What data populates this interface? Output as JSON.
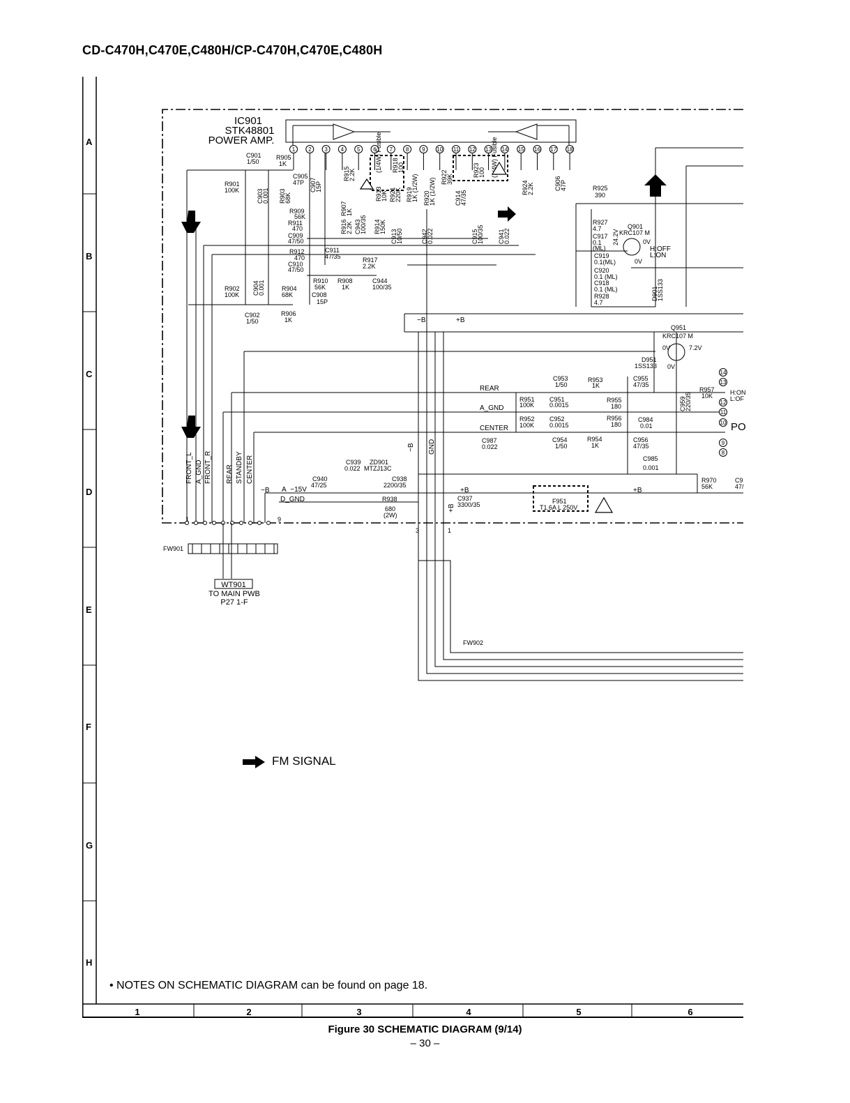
{
  "header": {
    "title": "CD-C470H,C470E,C480H/CP-C470H,C470E,C480H"
  },
  "rows": [
    "A",
    "B",
    "C",
    "D",
    "E",
    "F",
    "G",
    "H"
  ],
  "columns": [
    "1",
    "2",
    "3",
    "4",
    "5",
    "6"
  ],
  "ic": {
    "ref": "IC901",
    "part": "STK48801",
    "desc": "POWER AMP."
  },
  "ic_pins": [
    "1",
    "2",
    "3",
    "4",
    "5",
    "6",
    "7",
    "8",
    "9",
    "10",
    "11",
    "12",
    "13",
    "14",
    "15",
    "16",
    "17",
    "18"
  ],
  "components": {
    "c901": "C901",
    "c901v": "1/50",
    "r905": "R905",
    "r905v": "1K",
    "c905": "C905",
    "c905v": "47P",
    "r901": "R901",
    "r901v": "100K",
    "c903": "C903",
    "c903v": "0.001",
    "r903": "R903",
    "r903v": "68K",
    "c907": "C907",
    "c907v": "15P",
    "r915": "R915",
    "r915v": "2.2K",
    "r913": "R913",
    "r913v": "10K",
    "r918": "R918",
    "r918v": "100",
    "r921": "R921",
    "r921v": "220K",
    "r919": "R919",
    "r919v": "1K (1/2W)",
    "r920": "R920",
    "r920v": "1K (1/2W)",
    "r922": "R922",
    "r922v": "39K",
    "r923": "R923",
    "r923v": "100",
    "r924": "R924",
    "r924v": "2.2K",
    "c906": "C906",
    "c906v": "47P",
    "fusible1": "(1/4W) Fusible",
    "fusible2": "(1/4W) Fusible",
    "r909": "R909",
    "r909v": "56K",
    "r907": "R907",
    "r907v": "1K",
    "c914": "C914",
    "c914v": "47/35",
    "r911": "R911",
    "r911v": "470",
    "c909": "C909",
    "c909v": "47/50",
    "r916": "R916",
    "r916v": "2.2K",
    "c943": "C943",
    "c943v": "100/35",
    "r914": "R914",
    "r914v": "150K",
    "c913": "C913",
    "c913v": "10/50",
    "c942": "C942",
    "c942v": "0.022",
    "c915": "C915",
    "c915v": "100/35",
    "c941": "C941",
    "c941v": "0.022",
    "r912": "R912",
    "r912v": "470",
    "c910": "C910",
    "c910v": "47/50",
    "c911": "C911",
    "c911v": "47/35",
    "r917": "R917",
    "r917v": "2.2K",
    "r910": "R910",
    "r910v": "56K",
    "r908": "R908",
    "r908v": "1K",
    "c944": "C944",
    "c944v": "100/35",
    "c908": "C908",
    "c908v": "15P",
    "r902": "R902",
    "r902v": "100K",
    "c904": "C904",
    "c904v": "0.001",
    "r904": "R904",
    "r904v": "68K",
    "c902": "C902",
    "c902v": "1/50",
    "r906": "R906",
    "r906v": "1K",
    "r925": "R925",
    "r925v": "390",
    "r927": "R927",
    "r927v": "4.7",
    "q901": "Q901",
    "q901v": "KRC107 M",
    "c917": "C917",
    "c917v": "0.1",
    "c917m": "(ML)",
    "v24": "24.2V",
    "v0a": "0V",
    "v0b": "0V",
    "hoff": "H:OFF",
    "lon": "L:ON",
    "c919": "C919",
    "c919v": "0.1(ML)",
    "c920": "C920",
    "c920v": "0.1 (ML)",
    "c918": "C918",
    "c918v": "0.1 (ML)",
    "r928": "R928",
    "r928v": "4.7",
    "d901": "D901",
    "d901v": "1SS133",
    "q951": "Q951",
    "q951v": "KRC107 M",
    "d951": "D951",
    "d951v": "1SS133",
    "v72": "7.2V",
    "v0c": "0V",
    "v0d": "0V",
    "c953": "C953",
    "c953v": "1/50",
    "r953": "R953",
    "r953v": "1K",
    "c955": "C955",
    "c955v": "47/35",
    "rear": "REAR",
    "r951": "R951",
    "r951v": "100K",
    "c951": "C951",
    "c951v": "0.0015",
    "r955": "R955",
    "r955v": "180",
    "c959": "C959",
    "c959v": "220/35",
    "r957": "R957",
    "r957v": "10K",
    "hon": "H:ON",
    "lof": "L:OF",
    "agnd": "A_GND",
    "center": "CENTER",
    "r952": "R952",
    "r952v": "100K",
    "c952": "C952",
    "c952v": "0.0015",
    "r956": "R956",
    "r956v": "180",
    "c984": "C984",
    "c984v": "0.01",
    "po": "PO",
    "c987": "C987",
    "c987v": "0.022",
    "c954": "C954",
    "c954v": "1/50",
    "r954": "R954",
    "r954v": "1K",
    "c956": "C956",
    "c956v": "47/35",
    "c985": "C985",
    "c985v": "0.001",
    "c939": "C939",
    "c939v": "0.022",
    "zd901": "ZD901",
    "zd901v": "MTZJ13C",
    "c940": "C940",
    "c940v": "47/25",
    "c938": "C938",
    "c938v": "2200/35",
    "a15": "A_−15V",
    "dgnd": "D_GND",
    "r938": "R938",
    "r938v": "680",
    "r938w": "(2W)",
    "c937": "C937",
    "c937v": "3300/35",
    "f951": "F951",
    "f951v": "T1.6A L 250V",
    "r970": "R970",
    "r970v": "56K",
    "c9x": "C9",
    "c9xv": "47/",
    "minusB": "−B",
    "plusB": "+B",
    "gnd": "GND"
  },
  "connector_labels": [
    "FRONT_L",
    "A_GND",
    "FRONT_R",
    "REAR",
    "STANDBY",
    "CENTER"
  ],
  "pin_numbers": {
    "p1": "1",
    "p9": "9",
    "p3": "3",
    "p1b": "1"
  },
  "right_pins": [
    "14",
    "13",
    "12",
    "11",
    "10",
    "9",
    "8"
  ],
  "fw901": "FW901",
  "fw902": "FW902",
  "wt901": {
    "ref": "WT901",
    "line1": "TO MAIN PWB",
    "line2": "P27 1-F"
  },
  "legend": {
    "fm": "FM SIGNAL"
  },
  "note": "• NOTES ON SCHEMATIC DIAGRAM can be found on page 18.",
  "caption": "Figure 30 SCHEMATIC DIAGRAM (9/14)",
  "page_number": "– 30 –"
}
